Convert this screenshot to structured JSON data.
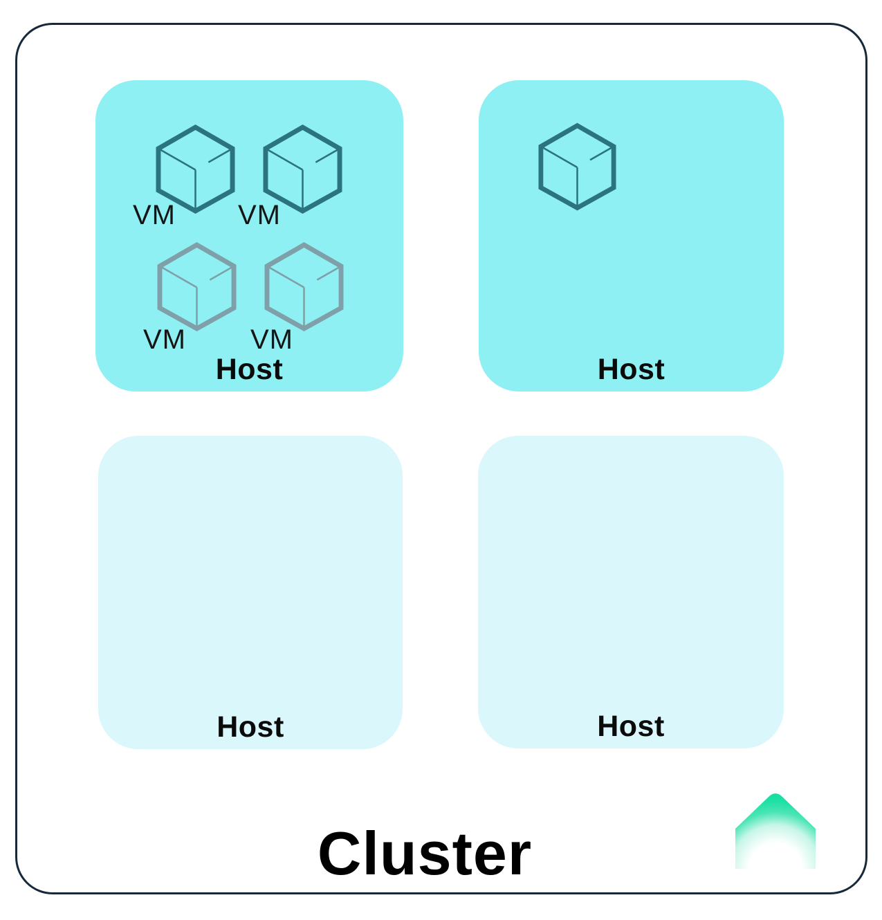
{
  "diagram": {
    "title": "Cluster",
    "hosts": [
      {
        "label": "Host",
        "state": "active",
        "vms": [
          {
            "label": "VM",
            "state": "running"
          },
          {
            "label": "VM",
            "state": "running"
          },
          {
            "label": "VM",
            "state": "ghost"
          },
          {
            "label": "VM",
            "state": "ghost"
          }
        ]
      },
      {
        "label": "Host",
        "state": "active",
        "vms": [
          {
            "label": "",
            "state": "running"
          }
        ]
      },
      {
        "label": "Host",
        "state": "empty",
        "vms": []
      },
      {
        "label": "Host",
        "state": "empty",
        "vms": []
      }
    ],
    "colors": {
      "host_active_bg": "#8FF0F4",
      "host_empty_bg": "#DAF7FB",
      "cube_stroke": "#2A737F",
      "cube_ghost_stroke": "#7FA0A8",
      "cluster_border": "#16293A",
      "brand_gradient": "#12DD9F",
      "text": "#000000"
    },
    "icons": {
      "vm": "cube-icon",
      "brand": "gradient-peak-icon"
    }
  }
}
